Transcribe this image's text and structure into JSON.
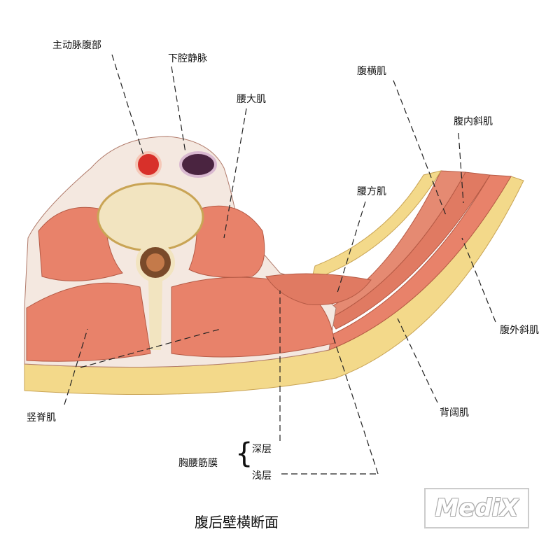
{
  "labels": {
    "aorta": "主动脉腹部",
    "ivc": "下腔静脉",
    "psoas_major": "腰大肌",
    "transversus_abdominis": "腹横肌",
    "internal_oblique": "腹内斜肌",
    "quadratus_lumborum": "腰方肌",
    "external_oblique": "腹外斜肌",
    "latissimus_dorsi": "背阔肌",
    "erector_spinae": "竖脊肌",
    "thoracolumbar_fascia": "胸腰筋膜",
    "deep_layer": "深层",
    "superficial_layer": "浅层"
  },
  "title": "腹后壁横断面",
  "watermark": "MediX",
  "colors": {
    "muscle": "#e8826a",
    "fat": "#f3d98a",
    "bone": "#f2e4c0",
    "aorta": "#d8302a",
    "ivc": "#4a2440",
    "fascia": "#f4e8e0"
  }
}
